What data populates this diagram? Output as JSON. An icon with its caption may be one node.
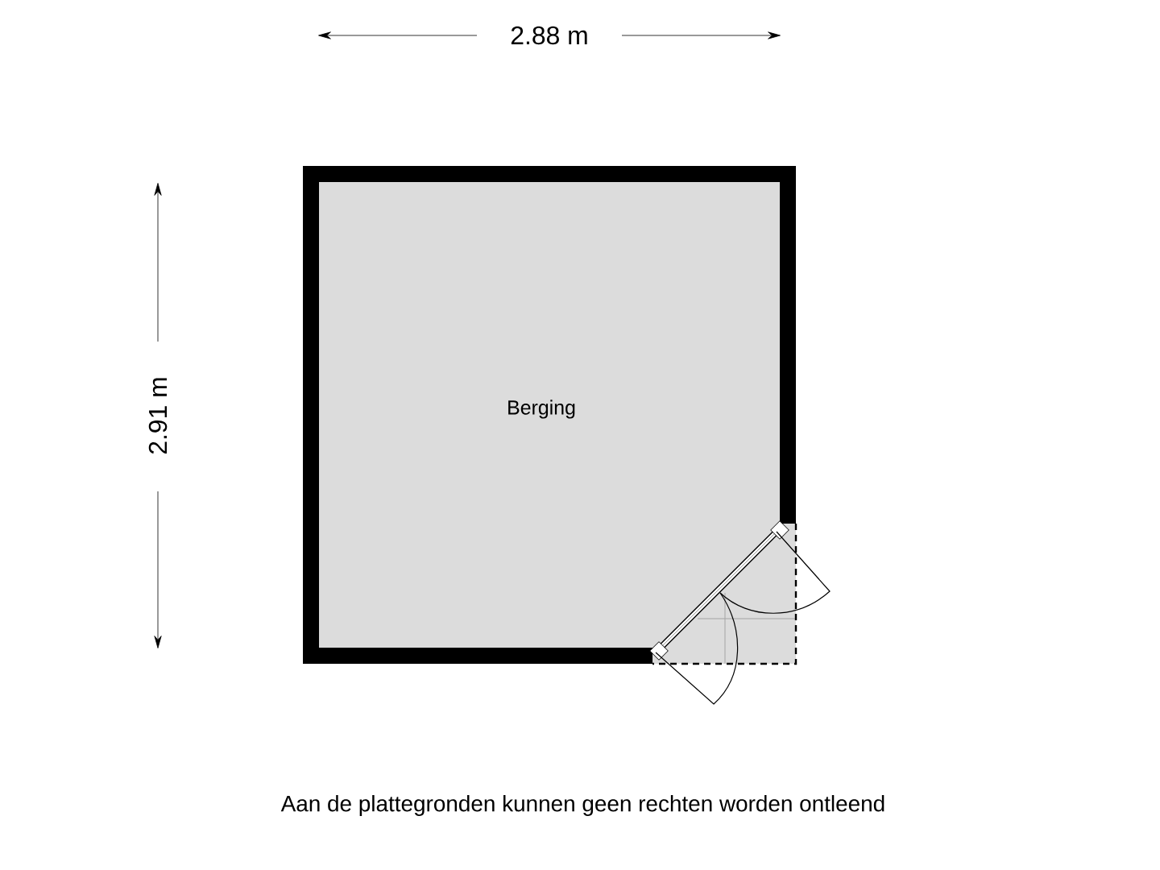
{
  "diagram": {
    "nodes": [
      {
        "text": [
          "Berging"
        ]
      }
    ],
    "labels": [
      "2.88 m",
      "2.91 m",
      "Aan de plattegronden kunnen geen rechten worden ontleend"
    ]
  }
}
